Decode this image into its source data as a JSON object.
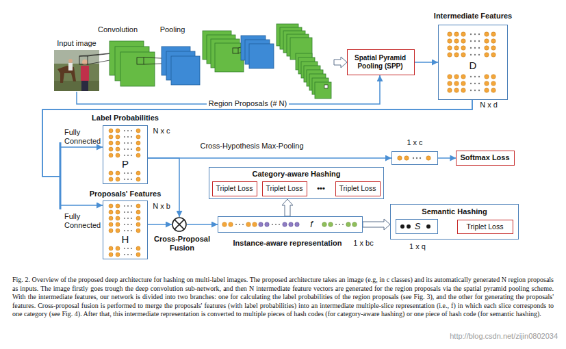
{
  "diagram": {
    "caption": "Fig. 2. Overview of the proposed deep architecture for hashing on multi-label images. The proposed architecture takes an image (e.g, in c classes) and its automatically generated N region proposals as inputs. The image firstly goes trough the deep convolution sub-network, and then N intermediate feature vectors are generated for the region proposals via the spatial pyramid pooling scheme. With the intermediate features, our network is divided into two branches: one for calculating the label probabilities of the region proposals (see Fig. 3), and the other for generating the proposals' features. Cross-proposal fusion is performed to merge the proposals' features (with label probabilities) into an intermediate multiple-slice representation (i.e., f) in which each slice corresponds to one category (see Fig. 4). After that, this intermediate representation is converted to multiple pieces of hash codes (for category-aware hashing) or one piece of hash code (for semantic hashing).",
    "nodes": [
      {
        "text": [
          "Input image"
        ]
      },
      {
        "text": [
          "Spatial Pyramid Pooling (SPP)"
        ]
      },
      {
        "text": [
          "Intermediate Features",
          "D"
        ]
      },
      {
        "text": [
          "Label Probabilities",
          "P"
        ]
      },
      {
        "text": [
          "1 x c"
        ]
      },
      {
        "text": [
          "Softmax Loss"
        ]
      },
      {
        "text": [
          "Category-aware Hashing"
        ]
      },
      {
        "text": [
          "Triplet Loss"
        ],
        "in": 6
      },
      {
        "text": [
          "Triplet Loss"
        ],
        "in": 6
      },
      {
        "text": [
          "Triplet Loss"
        ],
        "in": 6
      },
      {
        "text": [
          "Proposals' Features",
          "H"
        ]
      },
      {
        "text": [
          "Cross-Proposal Fusion"
        ]
      },
      {
        "text": [
          "f",
          "Instance-aware representation"
        ]
      },
      {
        "text": [
          "Semantic Hashing"
        ]
      },
      {
        "text": [
          "S"
        ],
        "in": 13
      },
      {
        "text": [
          "Triplet Loss"
        ],
        "in": 13
      }
    ],
    "edges": [
      {
        "from": 0,
        "to": 1,
        "arrow": "to",
        "label": "Region Proposals (# N)"
      },
      {
        "from": 1,
        "to": 2,
        "arrow": "to"
      },
      {
        "from": 2,
        "to": 3,
        "arrow": "to",
        "label": "Fully Connected"
      },
      {
        "from": 2,
        "to": 10,
        "arrow": "to",
        "label": "Fully Connected"
      },
      {
        "from": 3,
        "to": 4,
        "arrow": "to",
        "label": "Cross-Hypothesis Max-Pooling"
      },
      {
        "from": 4,
        "to": 5,
        "arrow": "to"
      },
      {
        "from": 3,
        "to": 11,
        "arrow": "to"
      },
      {
        "from": 10,
        "to": 11,
        "arrow": "to"
      },
      {
        "from": 11,
        "to": 12,
        "arrow": "to"
      },
      {
        "from": 12,
        "to": 6,
        "arrow": "to"
      },
      {
        "from": 12,
        "to": 13,
        "arrow": "to"
      }
    ],
    "labels": [
      "Convolution",
      "Pooling",
      "N x d",
      "N x c",
      "N x b",
      "•••",
      "1 x bc",
      "1 x q",
      "http://blog.csdn.net/zijin0802034"
    ]
  }
}
